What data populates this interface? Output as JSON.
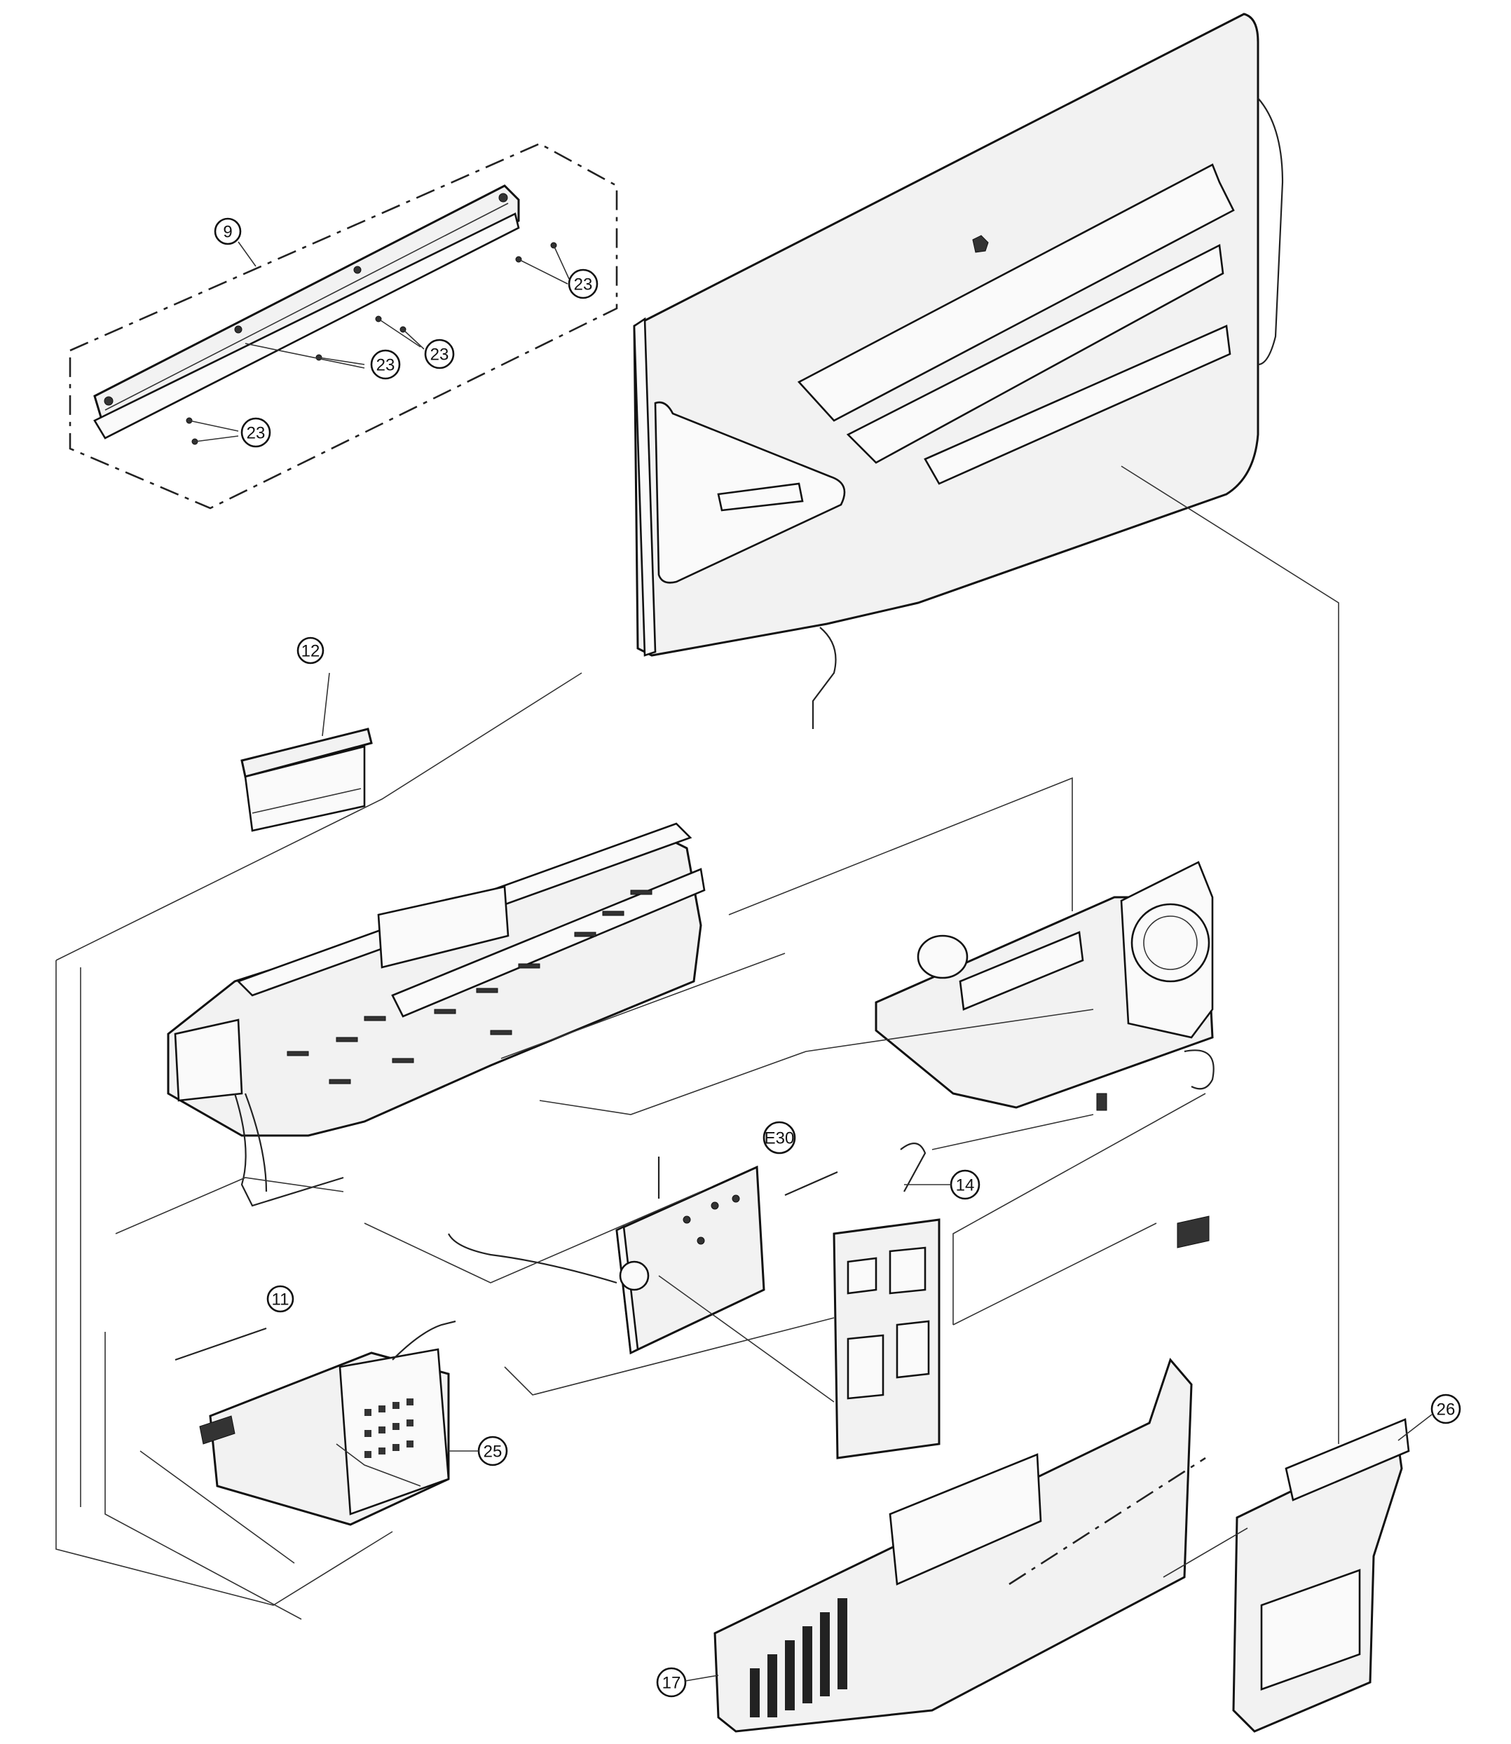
{
  "callouts": {
    "c9": "9",
    "c23a": "23",
    "c23b": "23",
    "c23c": "23",
    "c23d": "23",
    "c12": "12",
    "e30": "E30",
    "c14": "14",
    "c11": "11",
    "c25": "25",
    "c26": "26",
    "c17": "17"
  }
}
